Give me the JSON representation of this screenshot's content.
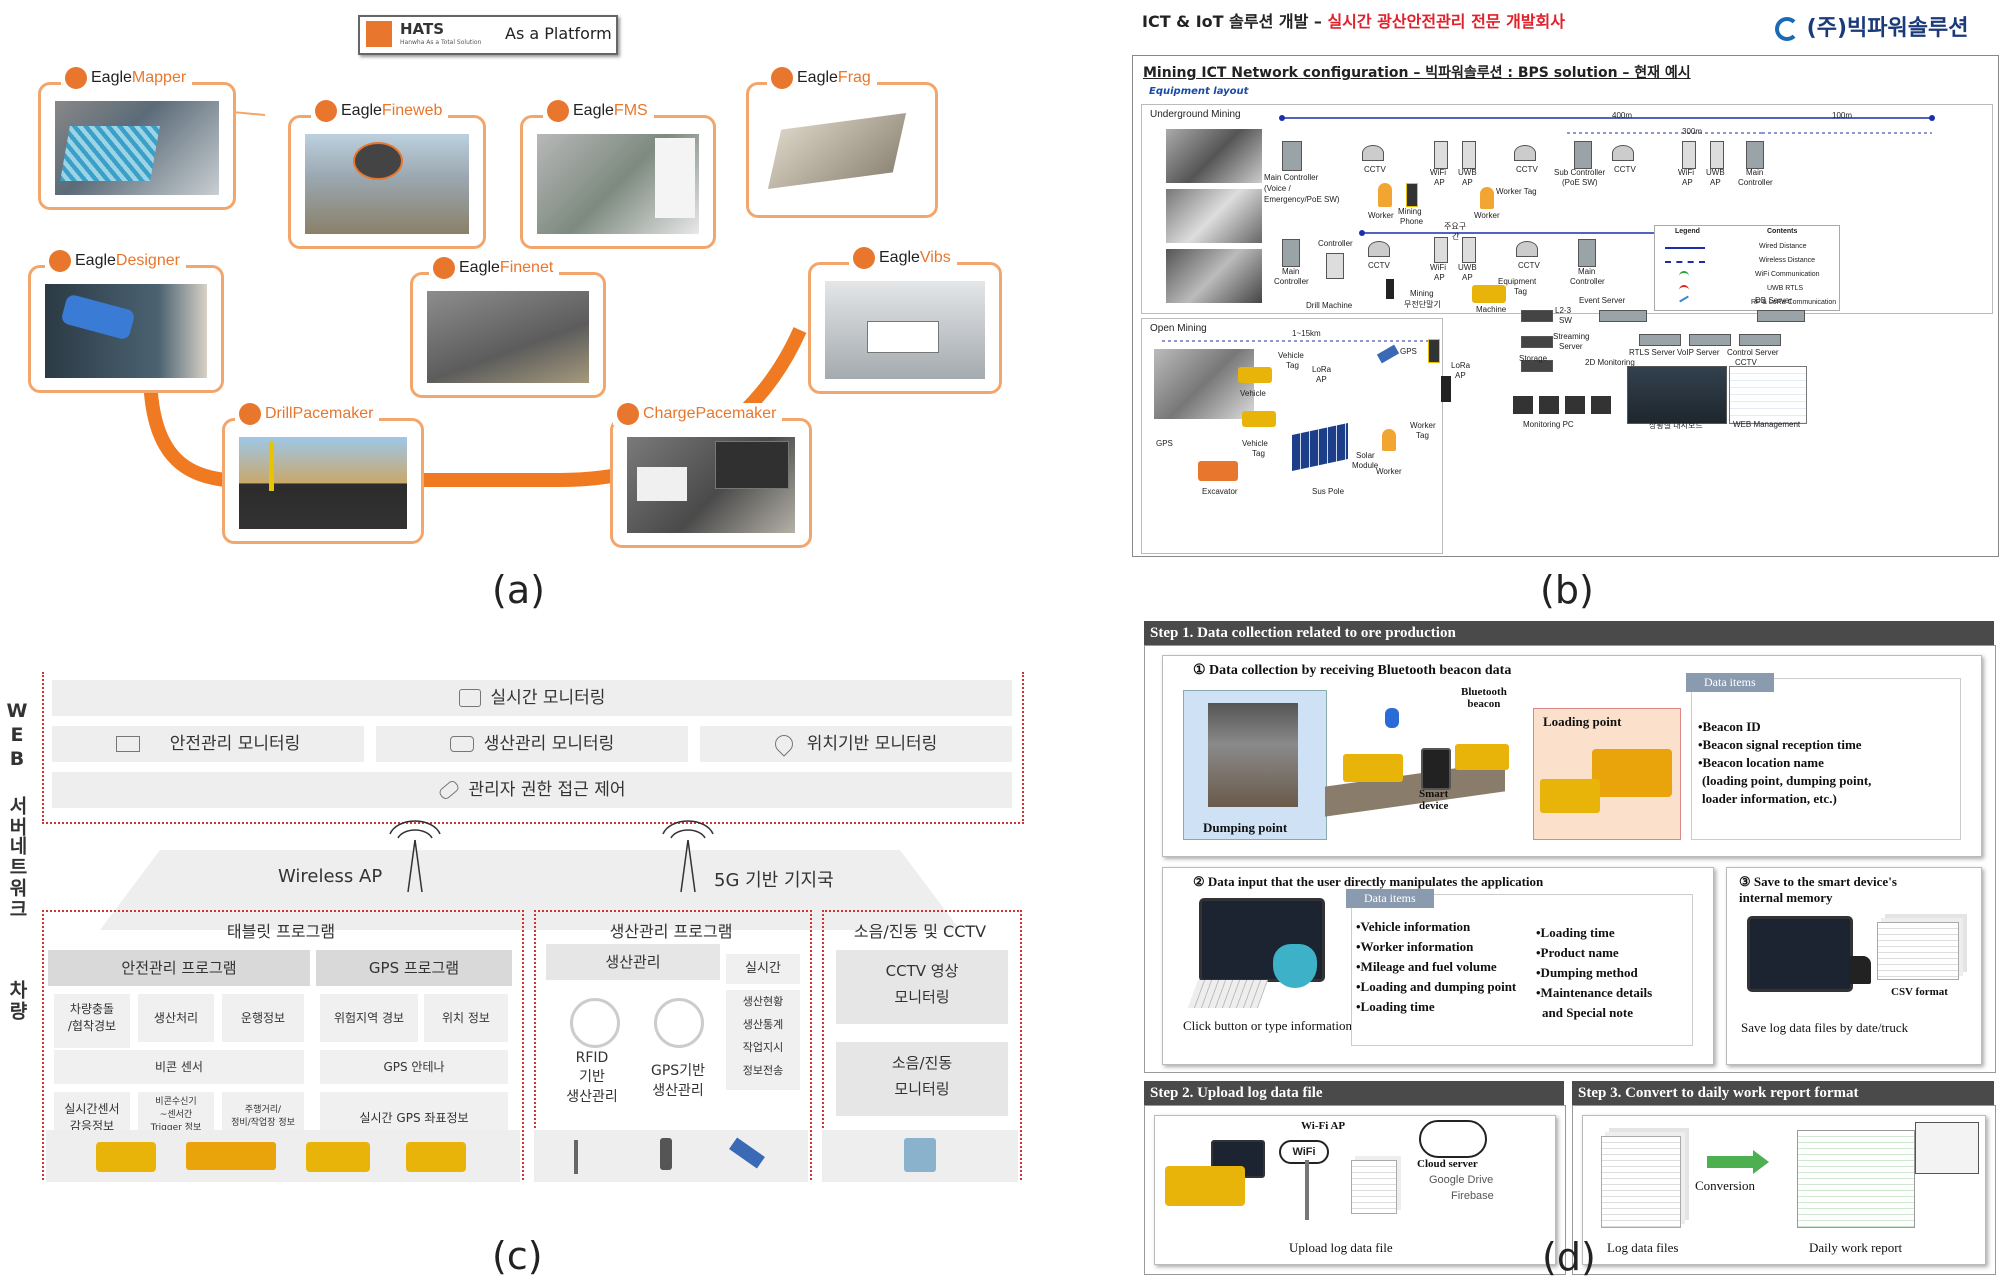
{
  "panels": {
    "a": {
      "label": "(a)",
      "header": {
        "brand": "HATS",
        "tagline": "Hanwha As a Total Solution",
        "platform": "As a Platform"
      },
      "apps": [
        {
          "pre": "Eagle",
          "post": "Mapper"
        },
        {
          "pre": "Eagle",
          "post": "Fineweb"
        },
        {
          "pre": "Eagle",
          "post": "FMS"
        },
        {
          "pre": "Eagle",
          "post": "Frag"
        },
        {
          "pre": "Eagle",
          "post": "Designer"
        },
        {
          "pre": "Eagle",
          "post": "Finenet"
        },
        {
          "pre": "Eagle",
          "post": "Vibs"
        },
        {
          "pre": "Drill",
          "post": "Pacemaker"
        },
        {
          "pre": "Charge",
          "post": "Pacemaker"
        }
      ]
    },
    "b": {
      "label": "(b)",
      "title_black": "ICT & IoT 솔루션 개발 –",
      "title_red": "실시간 광산안전관리 전문 개발회사",
      "company": "(주)빅파워솔루션",
      "subtitle": "Mining ICT Network configuration – 빅파워솔루션 : BPS solution –  현재 예시",
      "layout_label": "Equipment layout",
      "underground": "Underground Mining",
      "open": "Open Mining",
      "dist1": "400m",
      "dist2": "300m",
      "dist3": "100m",
      "dist4": "1~15km",
      "labels": {
        "main_controller": "Main Controller",
        "voice": "(Voice /",
        "emergency": "Emergency/PoE SW)",
        "cctv": "CCTV",
        "wifi": "WiFi",
        "ap": "AP",
        "uwb": "UWB",
        "sub_controller": "Sub Controller",
        "poe": "(PoE SW)",
        "main": "Main",
        "controller": "Controller",
        "worker": "Worker",
        "mining": "Mining",
        "phone": "Phone",
        "worker_tag": "Worker Tag",
        "joo": "주요구",
        "gan": "간",
        "drill": "Drill Machine",
        "radio": "무전단말기",
        "equipment": "Equipment",
        "tag": "Tag",
        "machine": "Machine",
        "vehicle": "Vehicle",
        "lora": "LoRa",
        "gps": "GPS",
        "solar": "Solar",
        "module": "Module",
        "sus_pole": "Sus Pole",
        "excavator": "Excavator",
        "l23": "L2-3",
        "sw": "SW",
        "streaming": "Streaming",
        "server": "Server",
        "storage": "Storage",
        "event_server": "Event Server",
        "db_server": "DB Server",
        "rtls": "RTLS Server",
        "voip": "VoIP Server",
        "control": "Control Server",
        "monitoring_2d": "2D Monitoring",
        "monitoring_pc": "Monitoring PC",
        "dashboard": "상황실 대시보드",
        "web_mgmt": "WEB Management"
      },
      "legend": {
        "col1": "Legend",
        "col2": "Contents",
        "rows": [
          "Wired Distance",
          "Wireless Distance",
          "WiFi Communication",
          "UWB RTLS",
          "RF & LoRa Communication"
        ]
      }
    },
    "c": {
      "label": "(c)",
      "side_web": "WEB 서버",
      "side_net": "네트워크",
      "side_car": "차량",
      "realtime": "실시간 모니터링",
      "safety_mon": "안전관리 모니터링",
      "prod_mon": "생산관리 모니터링",
      "loc_mon": "위치기반 모니터링",
      "access": "관리자 권한 접근 제어",
      "wireless_ap": "Wireless AP",
      "fiveg": "5G 기반 기지국",
      "tablet": "태블릿 프로그램",
      "prod_prog": "생산관리 프로그램",
      "noise_cctv": "소음/진동 및 CCTV",
      "safety_prog": "안전관리 프로그램",
      "gps_prog": "GPS 프로그램",
      "collision": "차량충돌\n/협착경보",
      "prod_proc": "생산처리",
      "run_info": "운행정보",
      "danger": "위험지역 경보",
      "pos_info": "위치 정보",
      "beacon": "비콘 센서",
      "gps_ant": "GPS 안테나",
      "rt_sensor": "실시간센서\n감응정보",
      "beacon_recv": "비콘수신기\n~센서간\nTrigger 정보",
      "mileage": "주행거리/\n정비/작업장 정보",
      "rt_gps": "실시간 GPS 좌표정보",
      "prod_mgmt": "생산관리",
      "rt": "실시간",
      "rt_items": "생산현황\n생산통계\n작업지시\n정보전송",
      "rfid": "RFID\n기반\n생산관리",
      "gps_based": "GPS기반\n생산관리",
      "cctv_img": "CCTV 영상\n모니터링",
      "noise_mon": "소음/진동\n모니터링"
    },
    "d": {
      "label": "(d)",
      "step1": "Step 1. Data collection  related to ore production",
      "s1_title": "① Data collection by receiving Bluetooth beacon data",
      "bt_beacon": "Bluetooth\nbeacon",
      "dumping": "Dumping point",
      "smart_device": "Smart\ndevice",
      "loading": "Loading point",
      "data_items": "Data items",
      "items1": [
        "•Beacon ID",
        "•Beacon signal reception time",
        "•Beacon location name",
        "(loading point, dumping point,",
        "loader information, etc.)"
      ],
      "s2_title": "② Data input that the user directly manipulates the application",
      "items2a": [
        "•Vehicle information",
        "•Worker information",
        "•Mileage and fuel volume",
        "•Loading and dumping point",
        "•Loading time"
      ],
      "items2b": [
        "•Loading time",
        "•Product name",
        "•Dumping method",
        "•Maintenance details",
        "and Special note"
      ],
      "click_btn": "Click button or type information",
      "s3_title": "③ Save to the smart device's\ninternal memory",
      "csv": "CSV format",
      "save_log": "Save log data files by date/truck",
      "step2": "Step 2. Upload log data file",
      "wifi_ap": "Wi-Fi AP",
      "wifi": "WiFi",
      "cloud": "Cloud server",
      "gdrive": "Google Drive",
      "firebase": "Firebase",
      "upload": "Upload log data file",
      "step3": "Step 3. Convert to daily work report format",
      "conversion": "Conversion",
      "log_files": "Log data files",
      "daily": "Daily work report"
    }
  },
  "colors": {
    "orange": "#e8762c",
    "red": "#e0202a",
    "navy": "#1a3a7a",
    "grey": "#4a4a4a"
  }
}
